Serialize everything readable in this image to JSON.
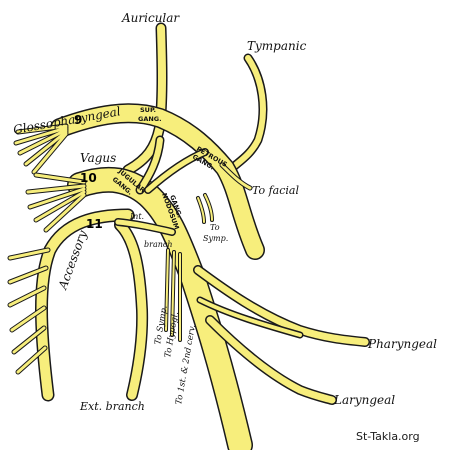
{
  "colors": {
    "nerve": "#f7ee7c",
    "outline": "#1a1a1a",
    "text": "#111111"
  },
  "labels": {
    "auricular": "Auricular",
    "tympanic": "Tympanic",
    "glossopharyngeal": "Glossopharyngeal",
    "sup_gang_1": "SUP.",
    "sup_gang_2": "GANG.",
    "petrous_1": "PETROUS",
    "petrous_2": "GANG.",
    "vagus": "Vagus",
    "to_facial": "To facial",
    "jugular_1": "JUGULAR",
    "jugular_2": "GANG.",
    "gang_nodosum_1": "GANG.",
    "gang_nodosum_2": "NODOSUM",
    "to_symp_1": "To",
    "to_symp_2": "Symp.",
    "int": "Int.",
    "branch": "branch",
    "accessory": "Accessory",
    "to_symp_v": "To Symp.",
    "to_hypogl": "To Hypogl.",
    "to_cerv": "To 1st. & 2nd cerv.",
    "pharyngeal": "Pharyngeal",
    "laryngeal": "Laryngeal",
    "ext_branch": "Ext. branch",
    "n9": "9",
    "n10": "10",
    "n11": "11"
  },
  "watermark": "St-Takla.org"
}
